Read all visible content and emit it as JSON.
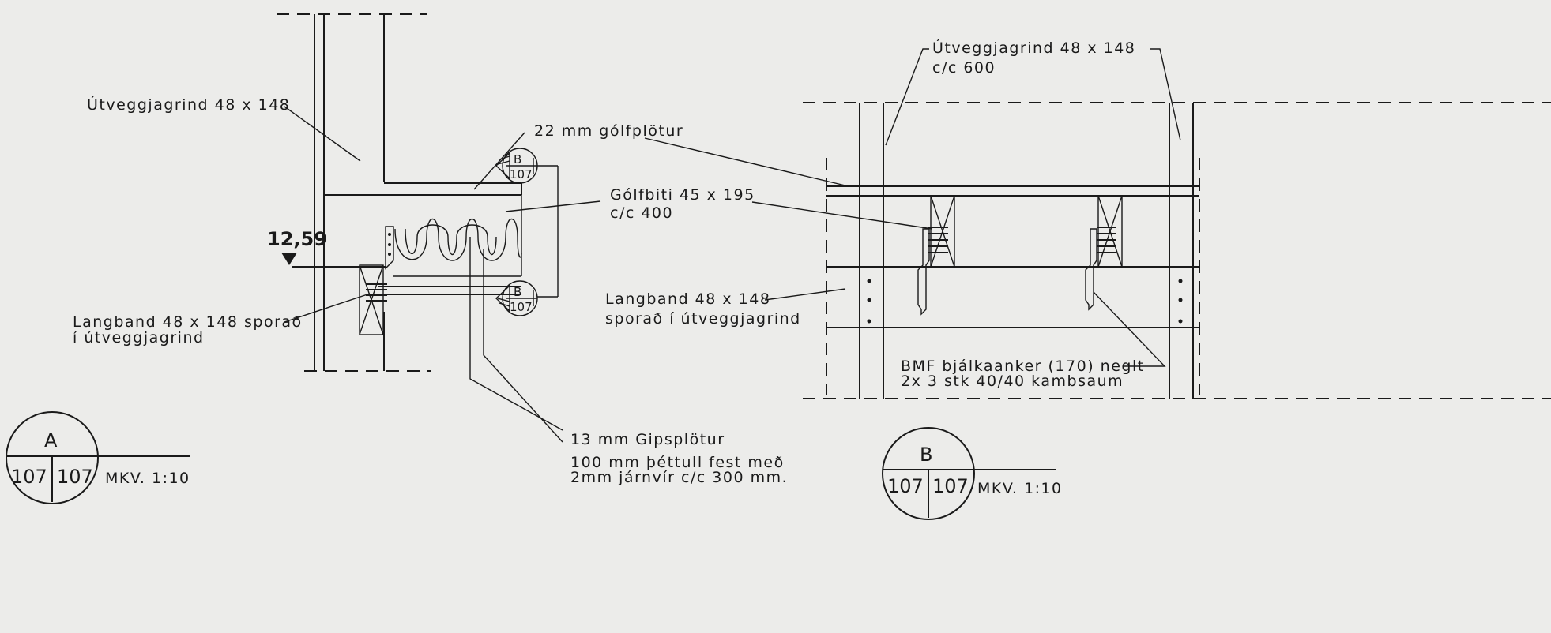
{
  "detail_a": {
    "label_top": "Útveggjagrind 48 x 148",
    "label_floorboard": "22 mm gólfplötur",
    "label_joist_1": "Gólfbiti 45 x 195",
    "label_joist_2": "c/c 400",
    "elevation": "12,59",
    "label_ledger_1": "Langband 48 x 148 sporað",
    "label_ledger_2": "í útveggjagrind",
    "label_gypsum": "13 mm Gipsplötur",
    "label_insulation_1": "100 mm þéttull fest með",
    "label_insulation_2": "2mm járnvír c/c 300 mm.",
    "ref_letter": "B",
    "ref_sheet": "107",
    "title_letter": "A",
    "title_sheet_left": "107",
    "title_sheet_right": "107",
    "title_scale": "MKV. 1:10"
  },
  "detail_b": {
    "label_frame_1": "Útveggjagrind 48 x 148",
    "label_frame_2": "c/c 600",
    "label_ledger_1": "Langband 48 x 148",
    "label_ledger_2": "sporað í útveggjagrind",
    "label_anchor_1": "BMF bjálkaanker (170) neglt",
    "label_anchor_2": "2x 3 stk 40/40 kambsaum",
    "title_letter": "B",
    "title_sheet_left": "107",
    "title_sheet_right": "107",
    "title_scale": "MKV. 1:10"
  }
}
